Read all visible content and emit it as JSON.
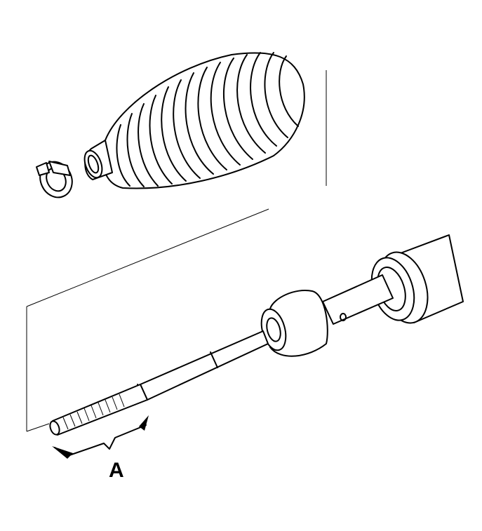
{
  "labels": {
    "callout": "A"
  },
  "parts": [
    {
      "name": "steering-boot-bellows",
      "icon": "bellows-icon"
    },
    {
      "name": "boot-clamp",
      "icon": "clamp-icon"
    },
    {
      "name": "inner-tie-rod",
      "icon": "rod-icon"
    },
    {
      "name": "rack-housing",
      "icon": "housing-icon"
    }
  ],
  "colors": {
    "ink": "#000000",
    "background": "#ffffff"
  }
}
